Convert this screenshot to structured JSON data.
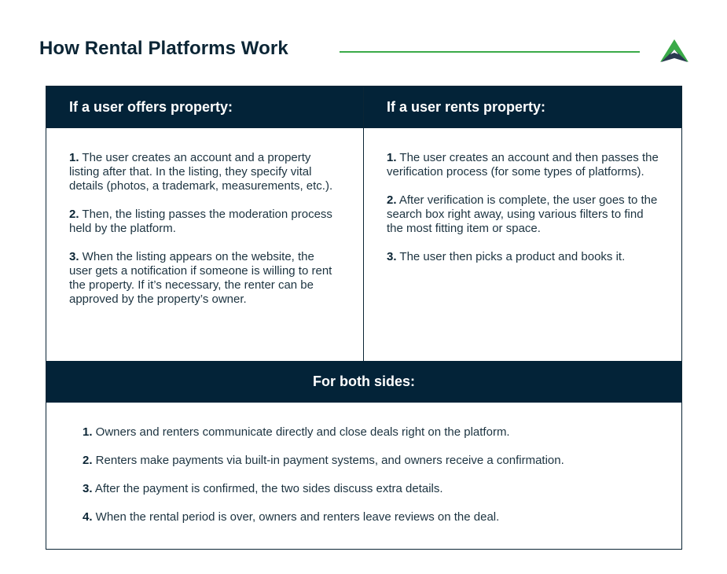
{
  "header": {
    "title": "How Rental Platforms Work",
    "accent_line_color": "#3aaa48",
    "logo": "mountain-peak-logo-icon"
  },
  "colors": {
    "header_bg": "#032338",
    "text": "#0b2535",
    "accent_green": "#3aaa48"
  },
  "offers": {
    "heading": "If a user offers property:",
    "items": [
      {
        "num": "1.",
        "text": " The user creates an account and a property listing after that. In the listing, they specify vital details (photos, a trademark, measurements, etc.)."
      },
      {
        "num": "2.",
        "text": " Then, the listing passes the moderation process held by the platform."
      },
      {
        "num": "3.",
        "text": " When the listing appears on the website, the user gets a notification if someone is willing to rent the property. If it’s necessary, the renter can be approved by the property’s owner."
      }
    ]
  },
  "rents": {
    "heading": "If a user rents property:",
    "items": [
      {
        "num": "1.",
        "text": " The user creates an account and then passes the verification process (for some types of platforms)."
      },
      {
        "num": "2.",
        "text": " After verification is complete, the user goes to the search box right away, using various filters to find the most fitting item or space."
      },
      {
        "num": "3.",
        "text": " The user then picks a product and books it."
      }
    ]
  },
  "both": {
    "heading": "For both sides:",
    "items": [
      {
        "num": "1.",
        "text": " Owners and renters communicate directly and close deals right on the platform."
      },
      {
        "num": "2.",
        "text": " Renters make payments via built-in payment systems, and owners receive a confirmation."
      },
      {
        "num": "3.",
        "text": " After the payment is confirmed, the two sides discuss extra details."
      },
      {
        "num": "4.",
        "text": " When the rental period is over, owners and renters leave reviews on the deal."
      }
    ]
  }
}
